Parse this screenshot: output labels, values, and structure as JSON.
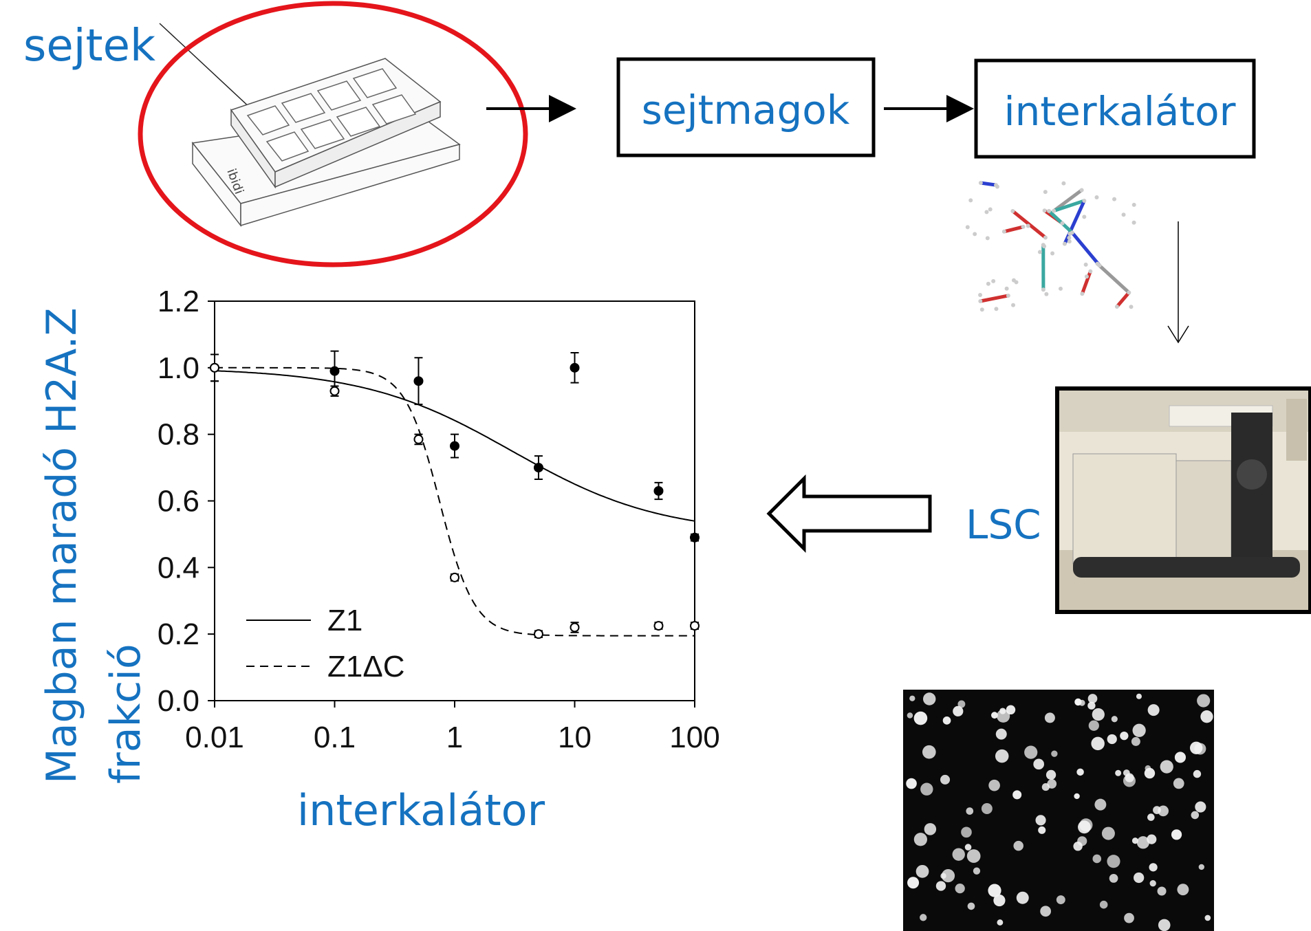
{
  "labels": {
    "cells": "sejtek",
    "nuclei": "sejtmagok",
    "intercalator_box": "interkalátor",
    "instrument": "LSC"
  },
  "colors": {
    "accent_text": "#1572c0",
    "ellipse": "#e4151b"
  },
  "chart_data": {
    "type": "scatter",
    "xscale": "log",
    "xlabel": "interkalátor",
    "ylabel_lines": [
      "Magban maradó H2A.Z",
      "frakció"
    ],
    "xlim": [
      0.01,
      100
    ],
    "ylim": [
      0,
      1.2
    ],
    "xticks": [
      "0.01",
      "0.1",
      "1",
      "10",
      "100"
    ],
    "xtick_values": [
      0.01,
      0.1,
      1,
      10,
      100
    ],
    "yticks": [
      "0.0",
      "0.2",
      "0.4",
      "0.6",
      "0.8",
      "1.0",
      "1.2"
    ],
    "ytick_values": [
      0,
      0.2,
      0.4,
      0.6,
      0.8,
      1.0,
      1.2
    ],
    "legend_position": "bottom-left",
    "series": [
      {
        "name": "Z1",
        "marker": "filled-circle",
        "line": "solid",
        "x": [
          0.01,
          0.1,
          0.5,
          1,
          5,
          10,
          50,
          100
        ],
        "y": [
          1.0,
          0.99,
          0.96,
          0.765,
          0.7,
          1.0,
          0.63,
          0.49
        ],
        "err": [
          0.04,
          0.06,
          0.07,
          0.035,
          0.035,
          0.045,
          0.025,
          0.01
        ],
        "fit": {
          "top": 1.0,
          "bottom": 0.5,
          "ec50": 3,
          "hill": 0.7
        }
      },
      {
        "name": "Z1ΔC",
        "marker": "open-circle",
        "line": "dashed",
        "x": [
          0.01,
          0.1,
          0.5,
          1,
          5,
          10,
          50,
          100
        ],
        "y": [
          1.0,
          0.93,
          0.785,
          0.37,
          0.2,
          0.22,
          0.225,
          0.225
        ],
        "err": [
          0.04,
          0.015,
          0.015,
          0.01,
          0.01,
          0.015,
          0.01,
          0.01
        ],
        "fit": {
          "top": 1.0,
          "bottom": 0.195,
          "ec50": 0.75,
          "hill": 3
        }
      }
    ]
  }
}
